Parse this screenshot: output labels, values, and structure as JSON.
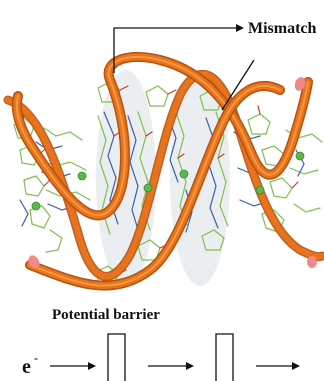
{
  "labels": {
    "mismatch": "Mismatch",
    "potential_barrier": "Potential barrier",
    "electron": "e",
    "electron_superscript": "-"
  },
  "colors": {
    "backbone": "#e8731c",
    "backbone_highlight": "#f6a24a",
    "backbone_shadow": "#b5520e",
    "backbone_tip": "#f08a8a",
    "sticks_green": "#7fbf4d",
    "sticks_blue": "#3b5fa8",
    "sticks_red": "#d23a2a",
    "ion": "#5cb84a",
    "highlight_region": "#e6ebee",
    "ink": "#111111"
  },
  "icons": [
    "right-arrow-icon",
    "barrier-rectangle-icon"
  ]
}
